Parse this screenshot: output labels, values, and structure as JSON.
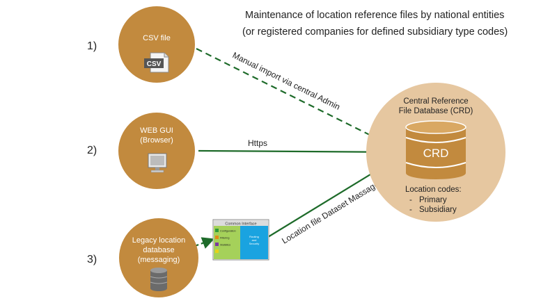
{
  "title": {
    "line1": "Maintenance of location reference files by national entities",
    "line2": "(or registered companies for defined subsidiary type codes)"
  },
  "sources": [
    {
      "number": "1)",
      "lines": [
        "CSV file"
      ],
      "icon": "csv-file-icon",
      "icon_text": "CSV"
    },
    {
      "number": "2)",
      "lines": [
        "WEB GUI",
        "(Browser)"
      ],
      "icon": "monitor-icon"
    },
    {
      "number": "3)",
      "lines": [
        "Legacy location",
        "database",
        "(messaging)"
      ],
      "icon": "database-icon"
    }
  ],
  "connections": {
    "csv": "Manual import via central Admin",
    "web": "Https",
    "legacy": "Location file Dataset Massage (xml)"
  },
  "interface_box": {
    "header": "Common Interface",
    "left_items": [
      "Configuration",
      "Filtering",
      "Statistics"
    ],
    "right_lines": [
      "Routing",
      "and",
      "Security"
    ]
  },
  "crd": {
    "label_lines": [
      "Central Reference",
      "File Database (CRD)"
    ],
    "cylinder_label": "CRD",
    "codes_title": "Location codes:",
    "codes": [
      "Primary",
      "Subsidiary"
    ]
  },
  "colors": {
    "source_circle": "#c28a3e",
    "crd_circle": "#e6c7a0",
    "arrow": "#1e6b2a",
    "cylinder": "#c28a3e",
    "cylinder_top": "#d9a863",
    "interface_green": "#a5d15a",
    "interface_blue": "#1aa3e0"
  }
}
